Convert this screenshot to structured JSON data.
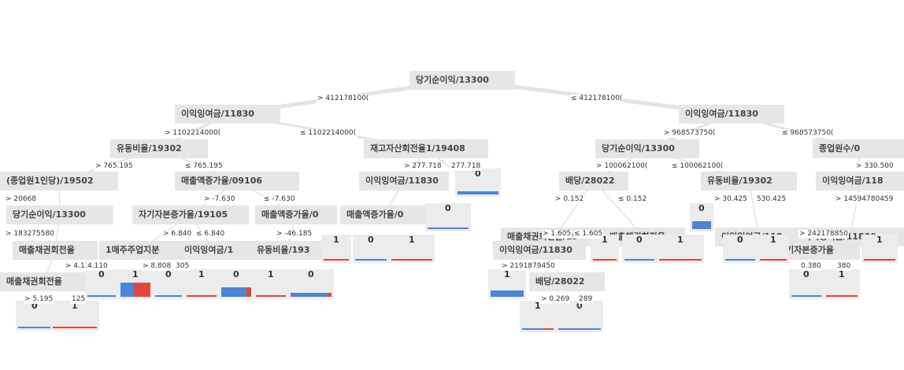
{
  "tree": {
    "root": {
      "label": "당기순이익/13300"
    },
    "conditions": [
      "> 412178100(",
      "≤ 412178100(",
      "> 1102214000(",
      "≤ 1102214000(",
      "> 968573750(",
      "≤ 968573750(",
      "> 765.195",
      "≤ 765.195",
      "> 277.718",
      "277.718",
      "> 100062100(",
      "≤ 100062100(",
      "> 330.500",
      "> -7.630",
      "≤ -7.630",
      "> 0.152",
      "≤ 0.152",
      "> 30.425",
      "530.425",
      "> 14594780459",
      "> 6.840",
      "≤ 6.840",
      "> -46.185",
      "> 1.605",
      "≤ 1.605",
      "> 4.110",
      "4.110",
      "> 2191879450",
      "> 0.269",
      "289",
      "> 5.195",
      "125",
      "> 242178850",
      "0.380",
      "380",
      "> 183275580",
      "> 20668",
      "> 8.808",
      "305"
    ],
    "nodes": [
      {
        "label": "이익잉여금/11830"
      },
      {
        "label": "이익잉여금/11830"
      },
      {
        "label": "유동비율/19302"
      },
      {
        "label": "재고자산회전율1/19408"
      },
      {
        "label": "당기순이익/13300"
      },
      {
        "label": "종업원수/0"
      },
      {
        "label": "(종업원1인당)/19502"
      },
      {
        "label": "매출액증가율/09106"
      },
      {
        "label": "이익잉여금/11830"
      },
      {
        "label": "배당/28022"
      },
      {
        "label": "유동비율/19302"
      },
      {
        "label": "이익잉여금/118"
      },
      {
        "label": "당기순이익/13300"
      },
      {
        "label": "자기자본증가율/19105"
      },
      {
        "label": "매출액증가율/0"
      },
      {
        "label": "매출액증가율/0"
      },
      {
        "label": "매출채권회전율/19"
      },
      {
        "label": "매출채권회전율"
      },
      {
        "label": "이익잉여금/118"
      },
      {
        "label": "이익잉여금/11830"
      },
      {
        "label": "매출채권회전율"
      },
      {
        "label": "1매주주업지분"
      },
      {
        "label": "이익잉여금/1"
      },
      {
        "label": "유동비율/193"
      },
      {
        "label": "이익잉여금/11830"
      },
      {
        "label": "자기자본증가율"
      },
      {
        "label": "매출채권회전율"
      },
      {
        "label": "배당/28022"
      }
    ],
    "leaf_labels": [
      "0",
      "1"
    ],
    "colors": {
      "class0": "#4a86d8",
      "class1": "#e0483a",
      "node_bg": "#e6e6e6",
      "edge": "#e3e3e3"
    }
  }
}
